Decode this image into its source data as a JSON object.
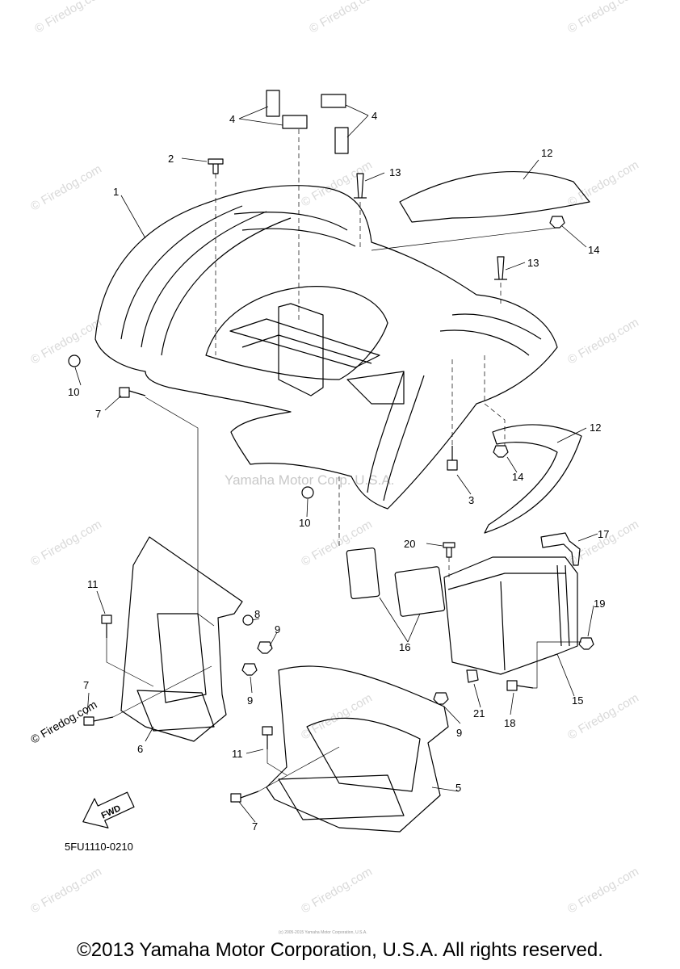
{
  "watermarks": {
    "site": "© Firedog.com",
    "center": "Yamaha Motor Corp. U.S.A."
  },
  "diagram": {
    "code": "5FU1110-0210",
    "fwd_label": "FWD",
    "labels": {
      "l1": "1",
      "l2": "2",
      "l3": "3",
      "l4a": "4",
      "l4b": "4",
      "l5": "5",
      "l6": "6",
      "l7a": "7",
      "l7b": "7",
      "l7c": "7",
      "l8": "8",
      "l9a": "9",
      "l9b": "9",
      "l9c": "9",
      "l10a": "10",
      "l10b": "10",
      "l11a": "11",
      "l11b": "11",
      "l12a": "12",
      "l12b": "12",
      "l13a": "13",
      "l13b": "13",
      "l14a": "14",
      "l14b": "14",
      "l15": "15",
      "l16": "16",
      "l17": "17",
      "l18": "18",
      "l19": "19",
      "l20": "20",
      "l21": "21"
    }
  },
  "footer": {
    "tiny": "(c) 2005-2015 Yamaha Motor Corporation, U.S.A.",
    "copyright": "©2013 Yamaha Motor Corporation, U.S.A. All rights reserved."
  }
}
